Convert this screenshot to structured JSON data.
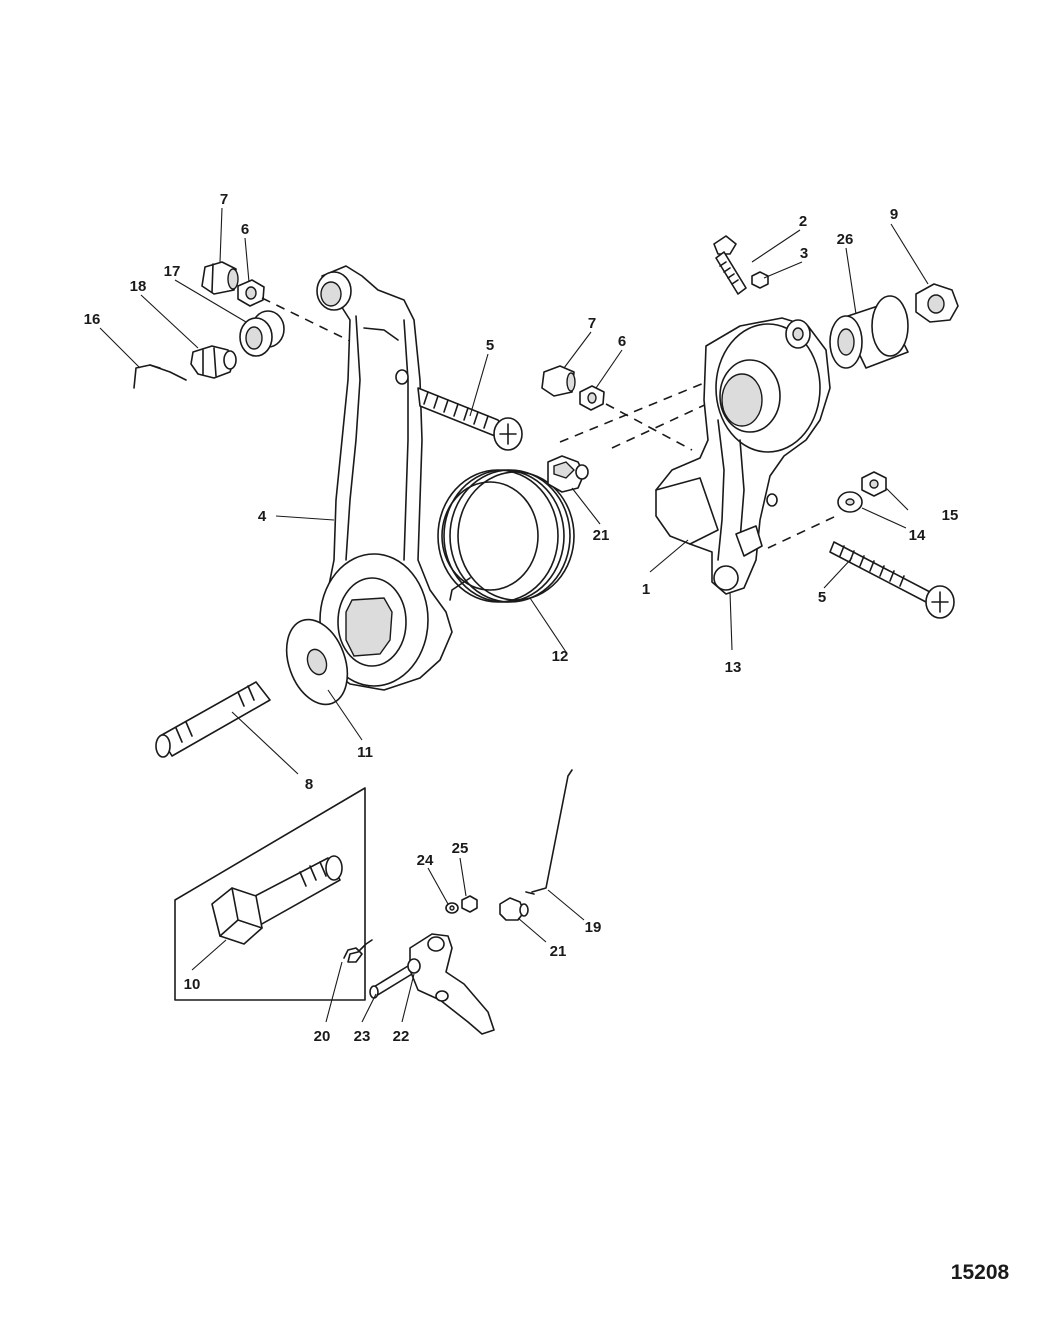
{
  "diagram": {
    "figure_number": "15208",
    "callouts": {
      "c1": "1",
      "c2": "2",
      "c3": "3",
      "c4": "4",
      "c5a": "5",
      "c5b": "5",
      "c6a": "6",
      "c6b": "6",
      "c7a": "7",
      "c7b": "7",
      "c8": "8",
      "c9": "9",
      "c10": "10",
      "c11": "11",
      "c12": "12",
      "c13": "13",
      "c14": "14",
      "c15": "15",
      "c16": "16",
      "c17": "17",
      "c18": "18",
      "c19": "19",
      "c20": "20",
      "c21a": "21",
      "c21b": "21",
      "c22": "22",
      "c23": "23",
      "c24": "24",
      "c25": "25",
      "c26": "26"
    }
  }
}
